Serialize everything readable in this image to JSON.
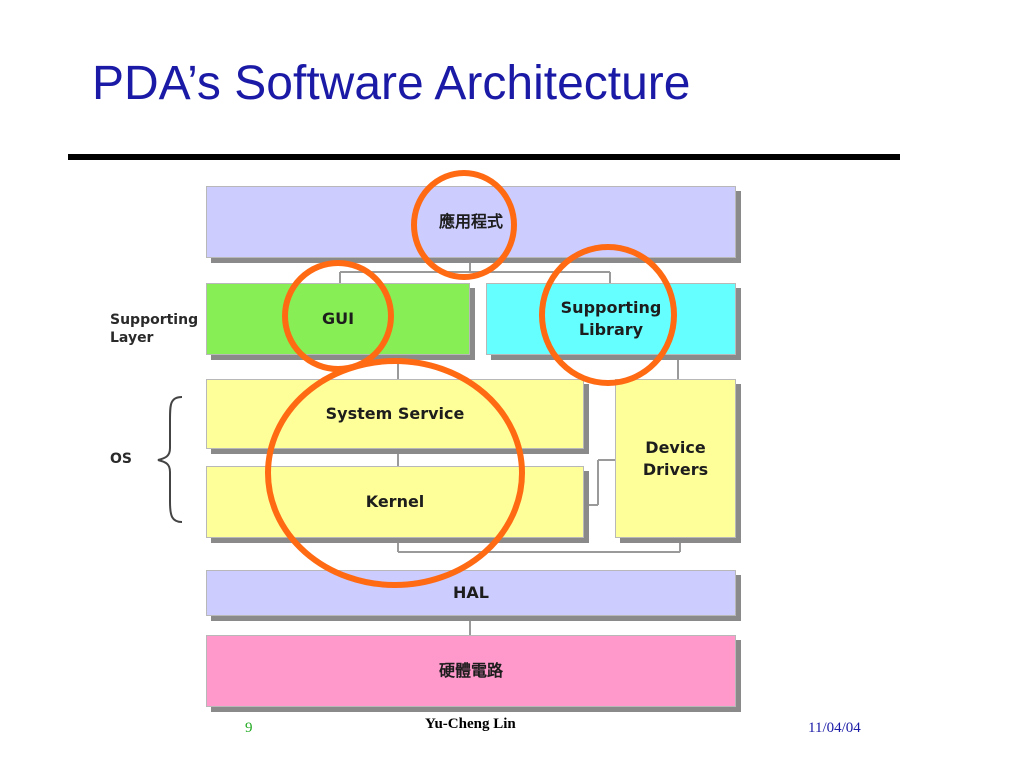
{
  "title": "PDA’s Software Architecture",
  "diagram": {
    "app_layer": "應用程式",
    "gui": "GUI",
    "supporting_library": "Supporting\nLibrary",
    "system_service": "System Service",
    "kernel": "Kernel",
    "device_drivers": "Device\nDrivers",
    "hal": "HAL",
    "hardware": "硬體電路",
    "supporting_layer_label": "Supporting\nLayer",
    "os_label": "OS"
  },
  "colors": {
    "title": "#1a1aa6",
    "app_layer": "#ccccff",
    "gui": "#88ee55",
    "supporting_library": "#66ffff",
    "os_boxes": "#ffff99",
    "hal": "#ccccff",
    "hardware": "#ff99cc",
    "highlight_circle": "#ff6a13",
    "page_number": "#22aa22",
    "date": "#1a1aa6"
  },
  "footer": {
    "page_number": "9",
    "author": "Yu-Cheng Lin",
    "date": "11/04/04"
  }
}
